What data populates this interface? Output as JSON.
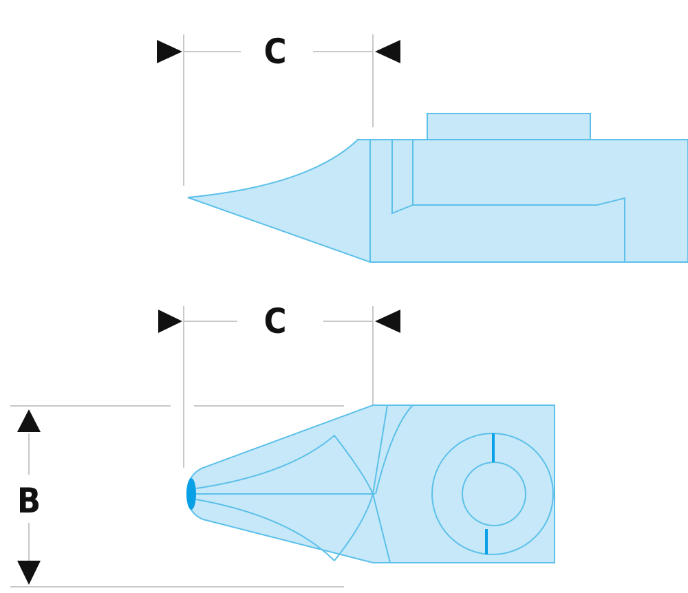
{
  "labels": {
    "top_dimension": "C",
    "bottom_dimension": "C",
    "height_dimension": "B"
  },
  "colors": {
    "fill": "#c6e8f8",
    "stroke": "#5cc0ea",
    "tip": "#0aa0e6",
    "dimension_line": "#c8c8c8"
  }
}
